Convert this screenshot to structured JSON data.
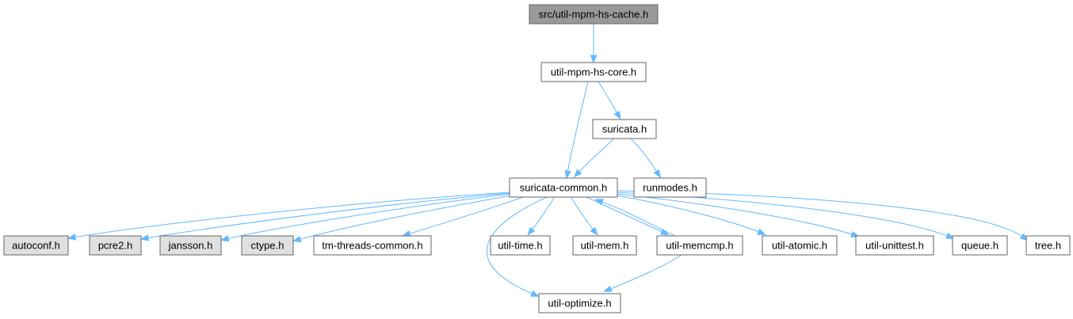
{
  "diagram": {
    "type": "include-dependency-graph",
    "colors": {
      "focus_fill": "#999999",
      "normal_fill": "#ffffff",
      "external_fill": "#e0e0e0",
      "border": "#666666",
      "edge": "#63b8ff"
    },
    "nodes": [
      {
        "id": "root",
        "label": "src/util-mpm-hs-cache.h",
        "kind": "focus",
        "interactable": false
      },
      {
        "id": "core",
        "label": "util-mpm-hs-core.h",
        "kind": "normal",
        "interactable": true
      },
      {
        "id": "suricata",
        "label": "suricata.h",
        "kind": "normal",
        "interactable": true
      },
      {
        "id": "common",
        "label": "suricata-common.h",
        "kind": "normal",
        "interactable": true
      },
      {
        "id": "runmodes",
        "label": "runmodes.h",
        "kind": "normal",
        "interactable": true
      },
      {
        "id": "autoconf",
        "label": "autoconf.h",
        "kind": "external",
        "interactable": false
      },
      {
        "id": "pcre2",
        "label": "pcre2.h",
        "kind": "external",
        "interactable": false
      },
      {
        "id": "jansson",
        "label": "jansson.h",
        "kind": "external",
        "interactable": false
      },
      {
        "id": "ctype",
        "label": "ctype.h",
        "kind": "external",
        "interactable": false
      },
      {
        "id": "tmthreads",
        "label": "tm-threads-common.h",
        "kind": "normal",
        "interactable": true
      },
      {
        "id": "utiltime",
        "label": "util-time.h",
        "kind": "normal",
        "interactable": true
      },
      {
        "id": "utilmem",
        "label": "util-mem.h",
        "kind": "normal",
        "interactable": true
      },
      {
        "id": "memcmp",
        "label": "util-memcmp.h",
        "kind": "normal",
        "interactable": true
      },
      {
        "id": "atomic",
        "label": "util-atomic.h",
        "kind": "normal",
        "interactable": true
      },
      {
        "id": "unittest",
        "label": "util-unittest.h",
        "kind": "normal",
        "interactable": true
      },
      {
        "id": "queue",
        "label": "queue.h",
        "kind": "normal",
        "interactable": true
      },
      {
        "id": "tree",
        "label": "tree.h",
        "kind": "normal",
        "interactable": true
      },
      {
        "id": "optimize",
        "label": "util-optimize.h",
        "kind": "normal",
        "interactable": true
      }
    ],
    "edges": [
      {
        "from": "root",
        "to": "core"
      },
      {
        "from": "core",
        "to": "suricata"
      },
      {
        "from": "core",
        "to": "common"
      },
      {
        "from": "suricata",
        "to": "common"
      },
      {
        "from": "suricata",
        "to": "runmodes"
      },
      {
        "from": "common",
        "to": "autoconf"
      },
      {
        "from": "common",
        "to": "pcre2"
      },
      {
        "from": "common",
        "to": "jansson"
      },
      {
        "from": "common",
        "to": "ctype"
      },
      {
        "from": "common",
        "to": "tmthreads"
      },
      {
        "from": "common",
        "to": "utiltime"
      },
      {
        "from": "common",
        "to": "utilmem"
      },
      {
        "from": "common",
        "to": "memcmp"
      },
      {
        "from": "common",
        "to": "atomic"
      },
      {
        "from": "common",
        "to": "unittest"
      },
      {
        "from": "common",
        "to": "queue"
      },
      {
        "from": "common",
        "to": "tree"
      },
      {
        "from": "common",
        "to": "optimize"
      },
      {
        "from": "memcmp",
        "to": "common"
      },
      {
        "from": "memcmp",
        "to": "optimize"
      }
    ]
  }
}
